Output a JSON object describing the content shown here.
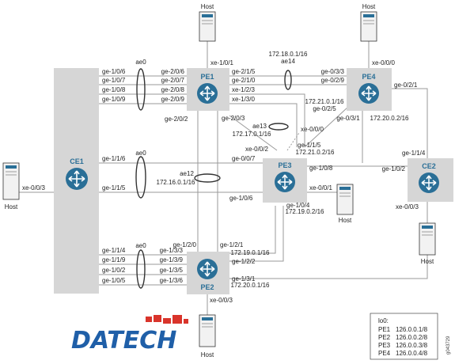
{
  "devices": {
    "ce1": "CE1",
    "ce2": "CE2",
    "pe1": "PE1",
    "pe2": "PE2",
    "pe3": "PE3",
    "pe4": "PE4"
  },
  "hosts": {
    "top_pe1": "Host",
    "top_pe4": "Host",
    "left_ce1": "Host",
    "pe3": "Host",
    "ce2": "Host",
    "pe2": "Host"
  },
  "bundles": {
    "ae0_pe1": "ae0",
    "ae0_pe3": "ae0",
    "ae0_pe2": "ae0",
    "ae14": "ae14",
    "ae13": "ae13",
    "ae12": "ae12"
  },
  "subnets": {
    "ae14": "172.18.0.1/16",
    "ae13": "172.17.0.1/16",
    "ae12": "172.16.0.1/16",
    "pe4_pe3": "172.21.0.1/16",
    "pe4_pe3_b": "172.21.0.2/16",
    "pe4_ce2": "172.20.0.2/16",
    "pe3_pe2": "172.19.0.2/16",
    "pe2_pe3": "172.19.0.1/16",
    "pe2_ce2": "172.20.0.1/16"
  },
  "interfaces": {
    "ce1_pe1": [
      "ge-1/0/6",
      "ge-1/0/7",
      "ge-1/0/8",
      "ge-1/0/9"
    ],
    "pe1_ce1": [
      "ge-2/0/6",
      "ge-2/0/7",
      "ge-2/0/8",
      "ge-2/0/9"
    ],
    "ce1_pe3": [
      "ge-1/1/6",
      "ge-1/1/5"
    ],
    "ce1_pe2": [
      "ge-1/1/4",
      "ge-1/1/9",
      "ge-1/0/2",
      "ge-1/0/5"
    ],
    "pe2_ce1": [
      "ge-1/3/3",
      "ge-1/3/9",
      "ge-1/3/5",
      "ge-1/3/6"
    ],
    "ce1_host": "xe-0/0/3",
    "pe1_host": "xe-1/0/1",
    "pe1_pe4": [
      "ge-2/1/5",
      "ge-2/1/0"
    ],
    "pe4_pe1": [
      "ge-0/3/3",
      "ge-0/2/9"
    ],
    "pe1_pe3_a": "xe-1/2/3",
    "pe1_pe3_b": "xe-1/3/0",
    "pe1_pe2": "ge-2/0/2",
    "pe1_pe3_c": "ge-2/0/3",
    "pe4_host": "xe-0/0/0",
    "pe4_ce2": "ge-0/2/1",
    "pe4_pe3": "ge-0/2/5",
    "pe4_pe3_b": "ge-0/3/1",
    "pe3_host_top": "xe-0/0/0",
    "pe3_pe4": "ge-1/1/5",
    "pe3_pe1_a": "xe-0/0/2",
    "pe3_pe1_b": "ge-0/0/7",
    "pe3_ce2": "ge-1/0/8",
    "pe3_host": "xe-0/0/1",
    "pe3_ce1": "ge-1/0/6",
    "pe3_pe2": "ge-1/0/4",
    "ce2_pe3": "ge-1/0/2",
    "ce2_pe4": "ge-1/1/4",
    "ce2_host": "xe-0/0/3",
    "pe2_pe1": "ge-1/2/0",
    "pe2_pe3_a": "ge-1/2/1",
    "pe2_pe3_b": "ge-1/2/2",
    "pe2_ce2": "ge-1/3/1",
    "pe2_host": "xe-0/0/3"
  },
  "loopbacks": {
    "title": "lo0:",
    "rows": [
      {
        "device": "PE1",
        "address": "126.0.0.1/8"
      },
      {
        "device": "PE2",
        "address": "126.0.0.2/8"
      },
      {
        "device": "PE3",
        "address": "126.0.0.3/8"
      },
      {
        "device": "PE4",
        "address": "126.0.0.4/8"
      }
    ]
  },
  "logo": {
    "text": "DATECH",
    "colors": [
      "#d9342b",
      "#1f5fa8"
    ]
  },
  "figure_id": "g043729",
  "colors": {
    "router": "#2a6f97",
    "device_bg": "#d6d6d6",
    "link": "#9a9a9a"
  }
}
